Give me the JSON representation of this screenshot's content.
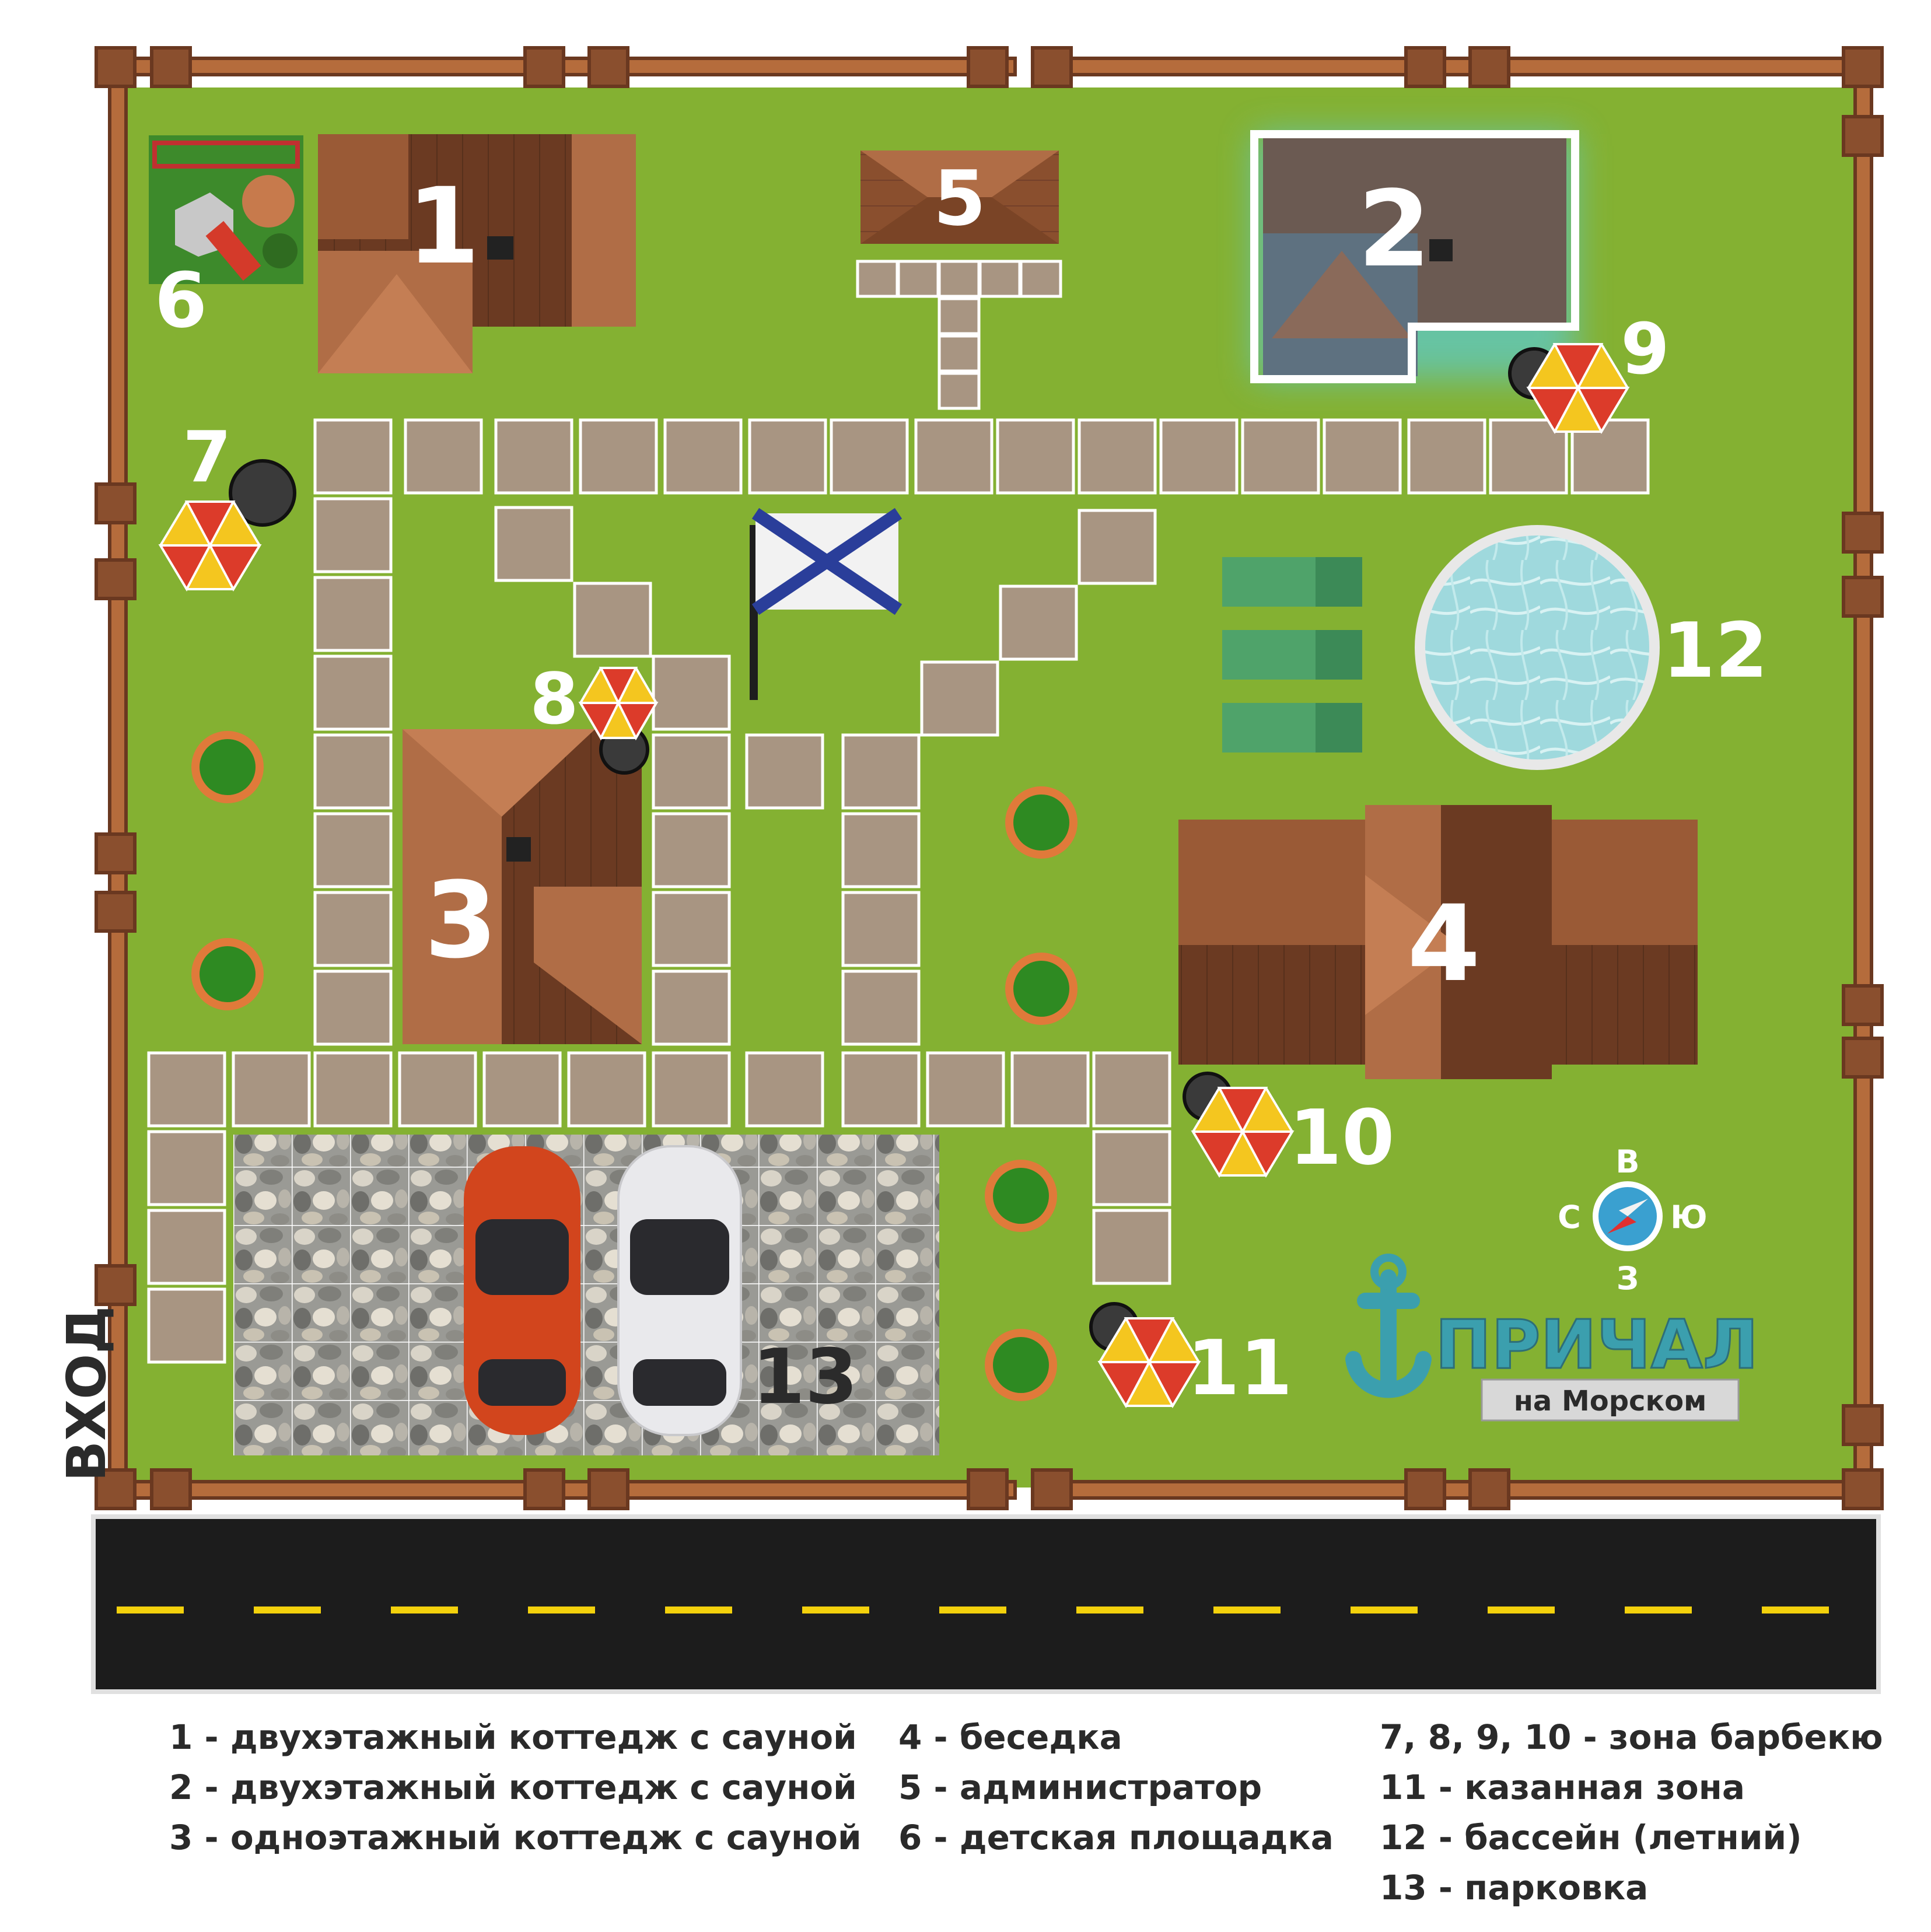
{
  "map": {
    "entrance_label": "ВХОД",
    "colors": {
      "grass": "#84b132",
      "fence": "#8a4f2e",
      "roof_dark": "#6b3a22",
      "roof_light": "#b06d46",
      "tile": "#a89582",
      "pool_water": "#9bd7dc",
      "road": "#1c1c1c",
      "road_line": "#f3d10c",
      "highlight": "#4fd3ff",
      "bbq_red": "#dc3b2a",
      "bbq_yellow": "#f4c61f",
      "logo_teal": "#3b9fae"
    },
    "labels": {
      "house_1": "1",
      "house_2": "2",
      "house_3": "3",
      "gazebo_4": "4",
      "admin_5": "5",
      "playground_6": "6",
      "bbq_7": "7",
      "bbq_8": "8",
      "bbq_9": "9",
      "bbq_10": "10",
      "kazan_11": "11",
      "pool_12": "12",
      "parking_13": "13"
    },
    "compass": {
      "north": "В",
      "west": "С",
      "east": "Ю",
      "south": "З"
    },
    "logo": {
      "title": "ПРИЧАЛ",
      "subtitle": "на Морском"
    }
  },
  "legend": {
    "column1": [
      "1 - двухэтажный коттедж с сауной",
      "2 - двухэтажный коттедж с сауной",
      "3 - одноэтажный коттедж с сауной"
    ],
    "column2": [
      "4 - беседка",
      "5 - администратор",
      "6 - детская площадка"
    ],
    "column3": [
      "7, 8, 9, 10 - зона барбекю",
      "11 - казанная зона",
      "12 - бассейн (летний)",
      "13 - парковка"
    ]
  }
}
